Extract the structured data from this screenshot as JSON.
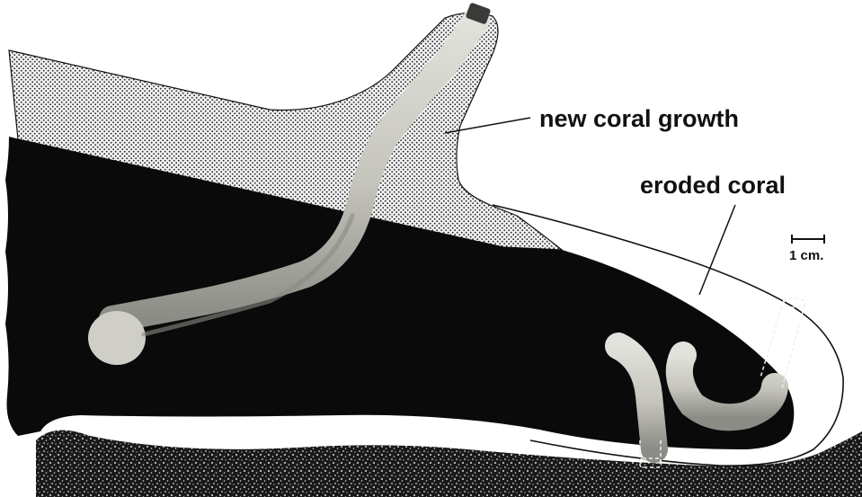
{
  "labels": {
    "new_growth": "new coral growth",
    "eroded": "eroded coral",
    "scale": "1 cm."
  },
  "colors": {
    "coral_body": "#0a0a0a",
    "new_growth_stipple": "#222222",
    "new_growth_bg": "#f2f2f2",
    "worm_light": "#dcdcd6",
    "worm_mid": "#b4b4ac",
    "worm_dark": "#6e6e68",
    "substrate": "#1a1a1a",
    "outline": "#111111"
  }
}
